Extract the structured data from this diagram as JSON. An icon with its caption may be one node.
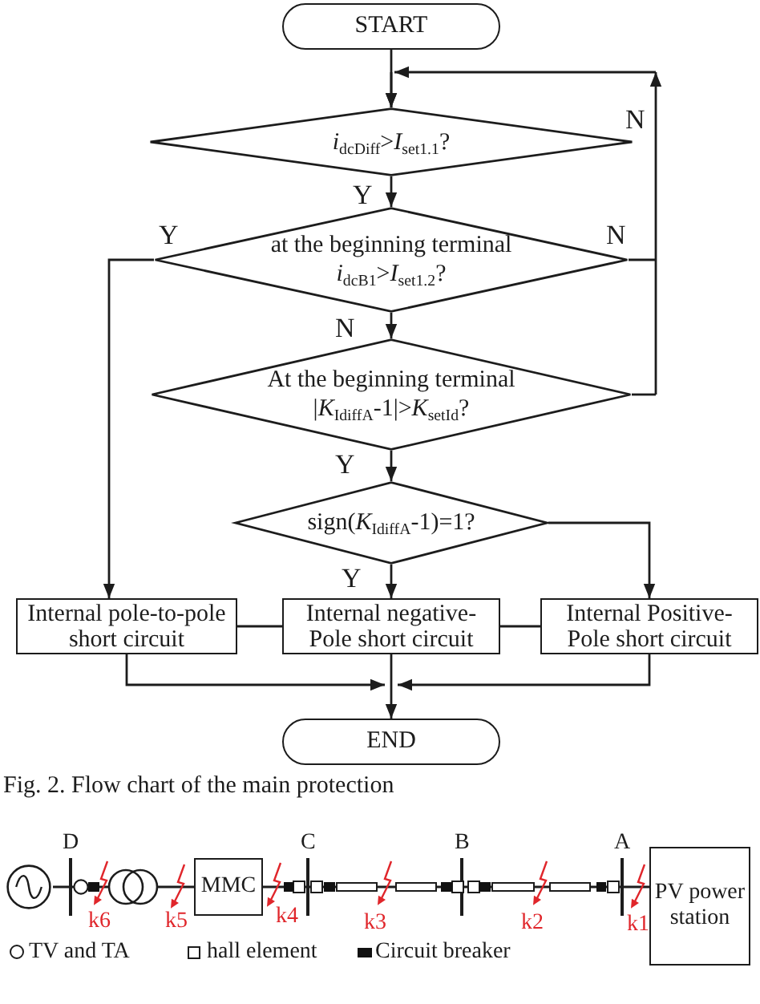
{
  "diagram": {
    "caption": "Fig. 2. Flow chart of the main protection",
    "nodes": [
      {
        "text": [
          "START"
        ]
      },
      {
        "text": [
          "*i*$_{dcDiff}$>*I*$_{set1.1}$?"
        ]
      },
      {
        "text": [
          "at the beginning terminal",
          "*i*$_{dcB1}$>*I*$_{set1.2}$?"
        ]
      },
      {
        "text": [
          "At the beginning terminal",
          "|*K*$_{IdiffA}$-1|>*K*$_{setId}$?"
        ]
      },
      {
        "text": [
          "sign(*K*$_{IdiffA}$-1)=1?"
        ]
      },
      {
        "text": [
          "Internal pole-to-pole short circuit"
        ]
      },
      {
        "text": [
          "Internal negative-Pole short circuit"
        ]
      },
      {
        "text": [
          "Internal Positive-Pole short circuit"
        ]
      },
      {
        "text": [
          "END"
        ]
      },
      {
        "text": [],
        "shape": "circle"
      },
      {
        "text": [],
        "shape": "circle"
      },
      {
        "text": [
          "MMC"
        ]
      },
      {
        "text": [
          "PV power station"
        ]
      }
    ],
    "edges": [
      {
        "from": 0,
        "to": 1,
        "arrow": "to"
      },
      {
        "from": 1,
        "to": 2,
        "arrow": "to",
        "label": "Y"
      },
      {
        "from": 2,
        "to": 5,
        "arrow": "to",
        "label": "Y"
      },
      {
        "from": 2,
        "to": 1,
        "arrow": "to",
        "label": "N"
      },
      {
        "from": 2,
        "to": 3,
        "arrow": "to",
        "label": "N"
      },
      {
        "from": 3,
        "to": 1,
        "arrow": "to",
        "label": "N"
      },
      {
        "from": 3,
        "to": 4,
        "arrow": "to",
        "label": "Y"
      },
      {
        "from": 4,
        "to": 6,
        "arrow": "to",
        "label": "Y"
      },
      {
        "from": 4,
        "to": 7,
        "arrow": "to"
      },
      {
        "from": 5,
        "to": 6,
        "arrow": "none"
      },
      {
        "from": 6,
        "to": 7,
        "arrow": "none"
      },
      {
        "from": 5,
        "to": 8,
        "arrow": "to"
      },
      {
        "from": 6,
        "to": 8,
        "arrow": "to"
      },
      {
        "from": 7,
        "to": 8,
        "arrow": "to"
      },
      {
        "from": 9,
        "to": 10,
        "arrow": "none"
      },
      {
        "from": 10,
        "to": 11,
        "arrow": "none"
      },
      {
        "from": 11,
        "to": 12,
        "arrow": "none"
      }
    ],
    "labels": [
      "D",
      "C",
      "B",
      "A",
      "k6",
      "k5",
      "k4",
      "k3",
      "k2",
      "k1"
    ],
    "legend": [
      {
        "text": "TV and TA"
      },
      {
        "text": "hall element"
      },
      {
        "text": "Circuit breaker"
      }
    ]
  }
}
